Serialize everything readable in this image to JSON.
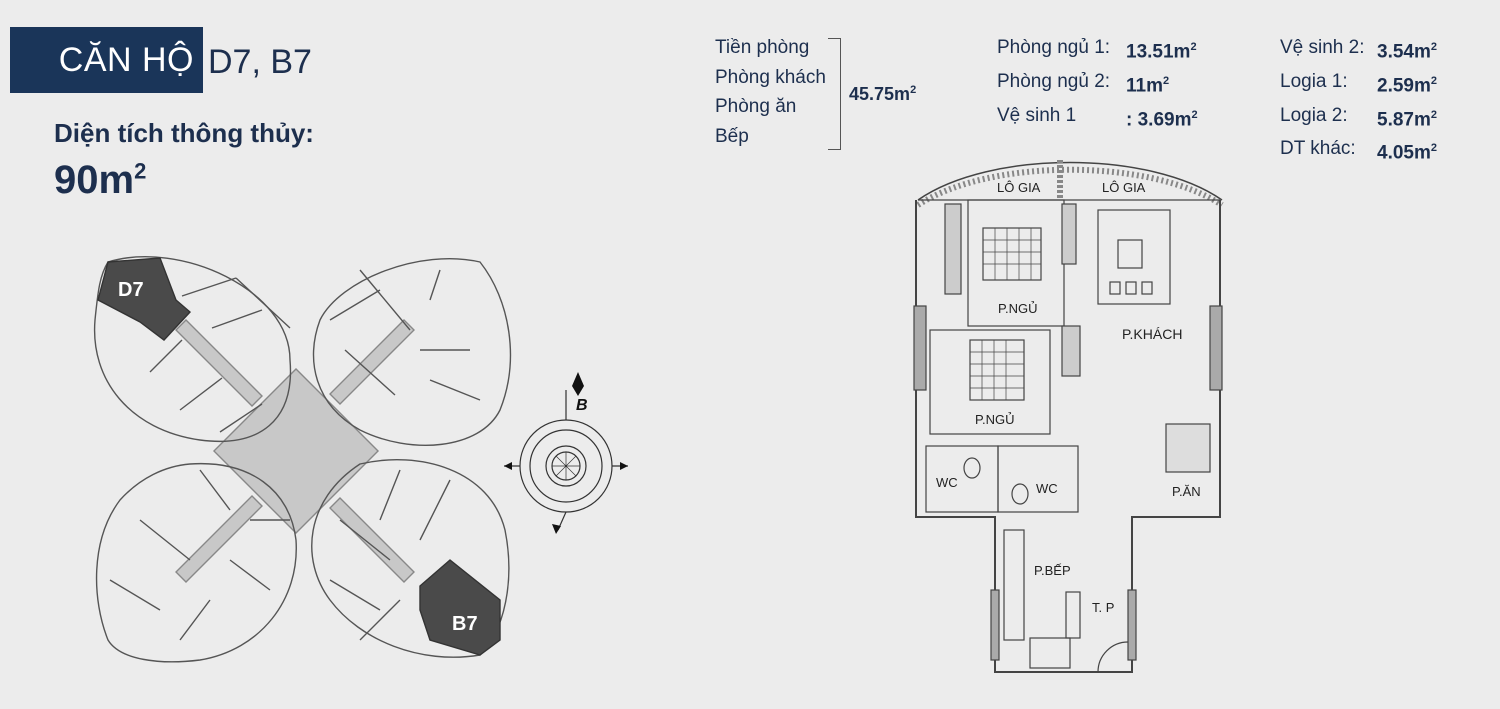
{
  "title": {
    "box": "CĂN HỘ",
    "rest": "D7, B7"
  },
  "area": {
    "label": "Diện tích thông thủy:",
    "value": "90m",
    "unit_sup": "2"
  },
  "common_rooms": {
    "items": [
      "Tiền phòng",
      "Phòng khách",
      "Phòng ăn",
      "Bếp"
    ],
    "total": "45.75m",
    "total_sup": "2"
  },
  "room_areas_col1": [
    {
      "label": "Phòng ngủ 1:",
      "value": "13.51m",
      "sup": "2"
    },
    {
      "label": "Phòng ngủ 2:",
      "value": "11m",
      "sup": "2"
    },
    {
      "label": "Vệ sinh 1",
      "value": ": 3.69m",
      "sup": "2"
    }
  ],
  "room_areas_col2": [
    {
      "label": "Vệ sinh 2:",
      "value": "3.54m",
      "sup": "2"
    },
    {
      "label": "Logia 1:",
      "value": "2.59m",
      "sup": "2"
    },
    {
      "label": "Logia 2:",
      "value": "5.87m",
      "sup": "2"
    },
    {
      "label": "DT khác:",
      "value": "4.05m",
      "sup": "2"
    }
  ],
  "key_plan": {
    "unit_top": "D7",
    "unit_bottom": "B7"
  },
  "compass": {
    "north": "B"
  },
  "floor_plan": {
    "loggia_1": "LÔ GIA",
    "loggia_2": "LÔ GIA",
    "bedroom_1": "P.NGỦ",
    "bedroom_2": "P.NGỦ",
    "living": "P.KHÁCH",
    "dining": "P.ĂN",
    "wc_1": "WC",
    "wc_2": "WC",
    "kitchen": "P.BẾP",
    "foyer": "T. P"
  },
  "colors": {
    "navy": "#1a3559",
    "dark_unit": "#4a4a4a",
    "core": "#c8c8c8",
    "background": "#ececec"
  }
}
